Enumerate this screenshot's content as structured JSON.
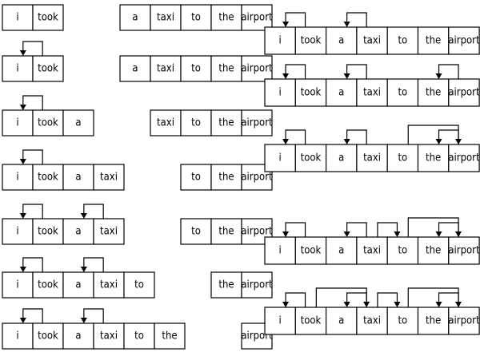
{
  "words": [
    "i",
    "took",
    "a",
    "taxi",
    "to",
    "the",
    "airport"
  ],
  "colors": {
    "stroke": "#000000",
    "background": "#ffffff"
  },
  "left_steps": [
    {
      "groups": [
        [
          0,
          1
        ],
        [
          2,
          3,
          4,
          5,
          6
        ]
      ],
      "arcs": []
    },
    {
      "groups": [
        [
          0,
          1
        ],
        [
          2,
          3,
          4,
          5,
          6
        ]
      ],
      "arcs": [
        {
          "head": 1,
          "dep": 0
        }
      ]
    },
    {
      "groups": [
        [
          0,
          1,
          2
        ],
        [
          3,
          4,
          5,
          6
        ]
      ],
      "arcs": [
        {
          "head": 1,
          "dep": 0
        }
      ]
    },
    {
      "groups": [
        [
          0,
          1,
          2,
          3
        ],
        [
          4,
          5,
          6
        ]
      ],
      "arcs": [
        {
          "head": 1,
          "dep": 0
        }
      ]
    },
    {
      "groups": [
        [
          0,
          1,
          2,
          3
        ],
        [
          4,
          5,
          6
        ]
      ],
      "arcs": [
        {
          "head": 1,
          "dep": 0
        },
        {
          "head": 3,
          "dep": 2
        }
      ]
    },
    {
      "groups": [
        [
          0,
          1,
          2,
          3,
          4
        ],
        [
          5,
          6
        ]
      ],
      "arcs": [
        {
          "head": 1,
          "dep": 0
        },
        {
          "head": 3,
          "dep": 2
        }
      ]
    },
    {
      "groups": [
        [
          0,
          1,
          2,
          3,
          4,
          5
        ],
        [
          6
        ]
      ],
      "arcs": [
        {
          "head": 1,
          "dep": 0
        },
        {
          "head": 3,
          "dep": 2
        }
      ]
    }
  ],
  "right_steps": [
    {
      "arcs": [
        {
          "head": 1,
          "dep": 0
        },
        {
          "head": 3,
          "dep": 2
        }
      ]
    },
    {
      "arcs": [
        {
          "head": 1,
          "dep": 0
        },
        {
          "head": 3,
          "dep": 2
        },
        {
          "head": 6,
          "dep": 5
        }
      ]
    },
    {
      "arcs": [
        {
          "head": 1,
          "dep": 0
        },
        {
          "head": 3,
          "dep": 2
        },
        {
          "head": 6,
          "dep": 5
        },
        {
          "head": 4,
          "dep": 6
        }
      ]
    },
    {
      "arcs": [
        {
          "head": 1,
          "dep": 0
        },
        {
          "head": 3,
          "dep": 2
        },
        {
          "head": 6,
          "dep": 5
        },
        {
          "head": 4,
          "dep": 6
        },
        {
          "head": 3,
          "dep": 4
        }
      ]
    },
    {
      "arcs": [
        {
          "head": 1,
          "dep": 0
        },
        {
          "head": 3,
          "dep": 2
        },
        {
          "head": 6,
          "dep": 5
        },
        {
          "head": 4,
          "dep": 6
        },
        {
          "head": 3,
          "dep": 4
        },
        {
          "head": 1,
          "dep": 3
        }
      ]
    }
  ]
}
